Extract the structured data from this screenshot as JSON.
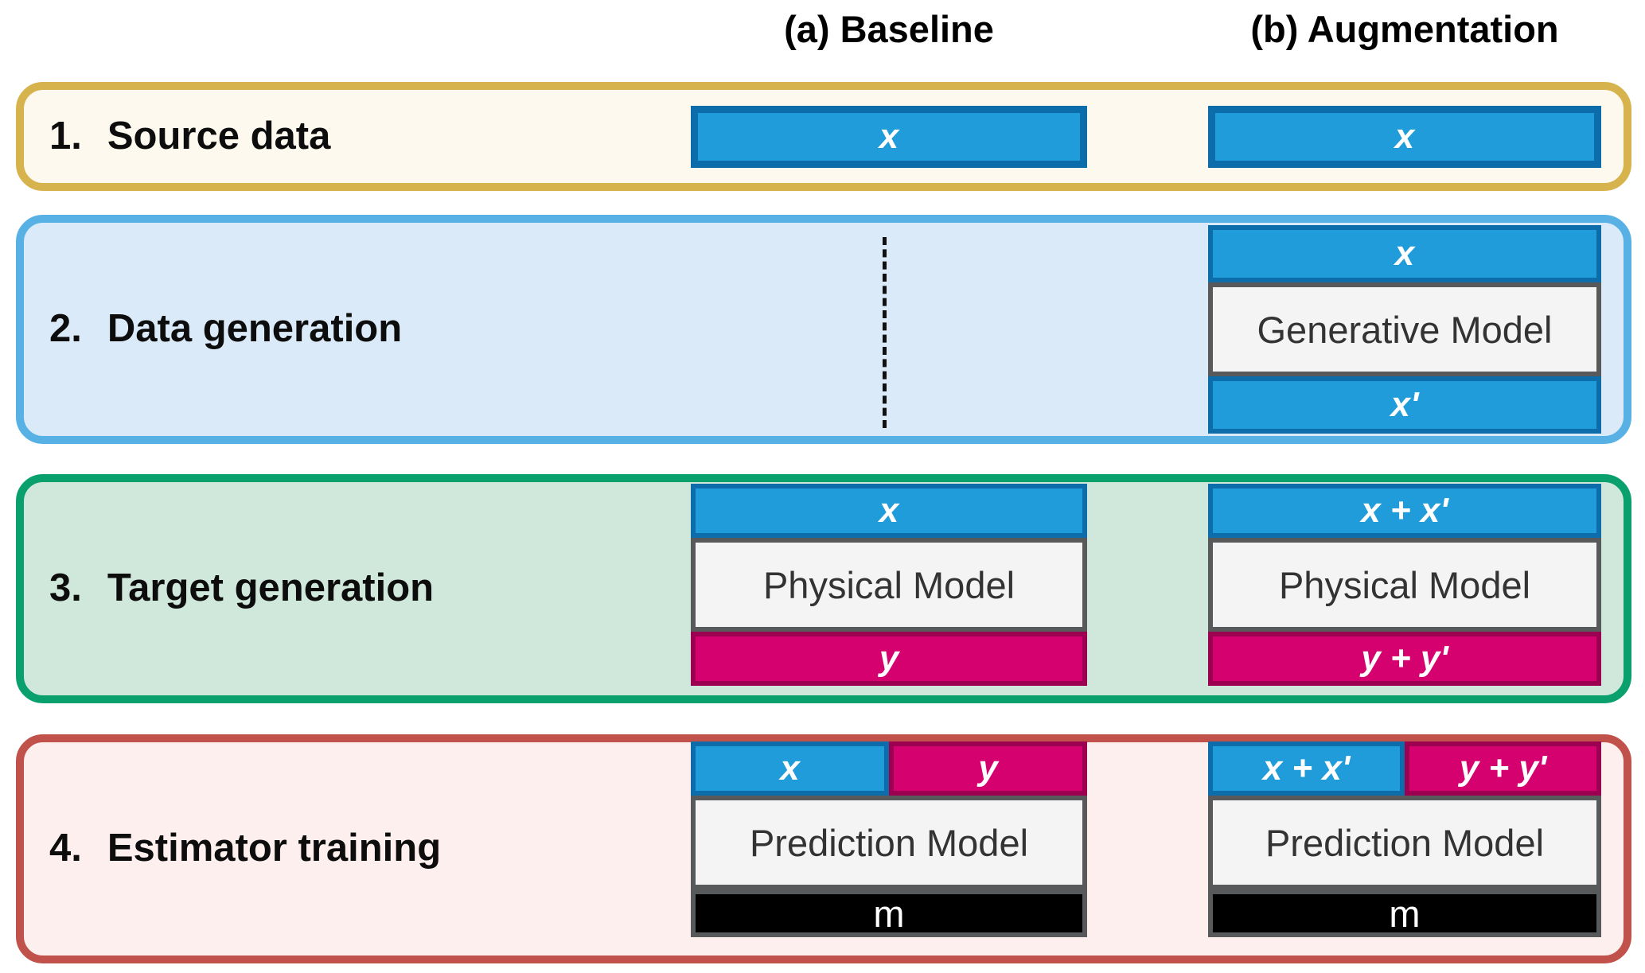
{
  "headers": {
    "baseline": "(a) Baseline",
    "augmentation": "(b) Augmentation"
  },
  "stages": [
    {
      "number": "1.",
      "label": "Source data",
      "baseline": {
        "bar": "x"
      },
      "augmentation": {
        "bar": "x"
      }
    },
    {
      "number": "2.",
      "label": "Data generation",
      "augmentation": {
        "input": "x",
        "model": "Generative Model",
        "output": "x'"
      }
    },
    {
      "number": "3.",
      "label": "Target generation",
      "baseline": {
        "input": "x",
        "model": "Physical Model",
        "output": "y"
      },
      "augmentation": {
        "input": "x + x'",
        "model": "Physical Model",
        "output": "y + y'"
      }
    },
    {
      "number": "4.",
      "label": "Estimator training",
      "baseline": {
        "input_x": "x",
        "input_y": "y",
        "model": "Prediction Model",
        "output": "m"
      },
      "augmentation": {
        "input_x": "x + x'",
        "input_y": "y + y'",
        "model": "Prediction Model",
        "output": "m"
      }
    }
  ],
  "colors": {
    "data_x_fill": "#1f9cd9",
    "data_x_border": "#0d6dab",
    "data_y_fill": "#d5016e",
    "data_y_border": "#9c0050",
    "model_fill": "#f4f4f4",
    "model_border": "#58595b",
    "estimator_fill": "#000000",
    "stage1_border": "#d6b34c",
    "stage1_bg": "#fdf9ee",
    "stage2_border": "#58b1e4",
    "stage2_bg": "#daeaf8",
    "stage3_border": "#0aa06e",
    "stage3_bg": "#d0e8dc",
    "stage4_border": "#c0514b",
    "stage4_bg": "#fcefed"
  }
}
